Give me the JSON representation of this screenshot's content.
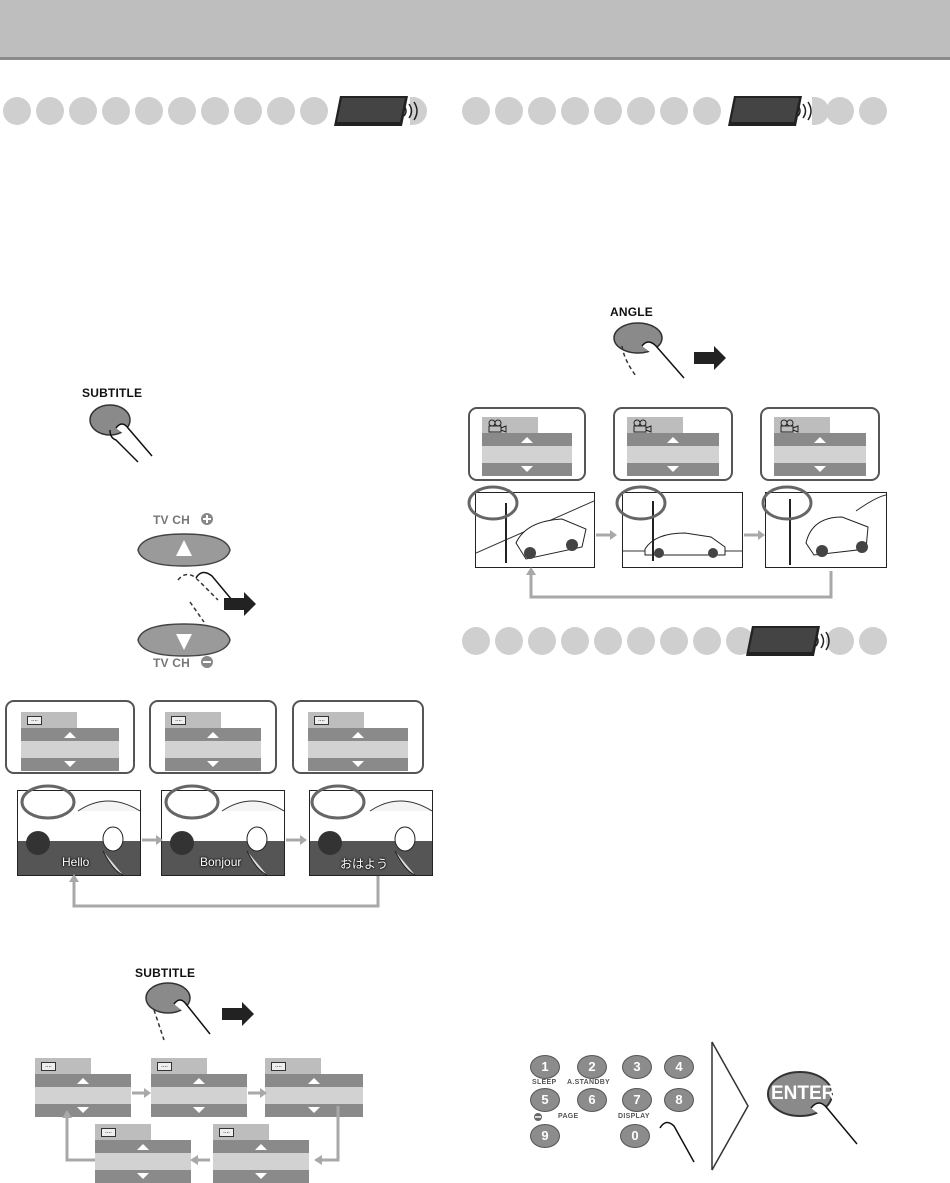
{
  "labels": {
    "subtitle_top": "SUBTITLE",
    "tvch_plus": "TV CH",
    "tvch_minus": "TV CH",
    "angle": "ANGLE",
    "subtitle_bottom": "SUBTITLE",
    "enter": "ENTER"
  },
  "subtitle_captions": [
    "Hello",
    "Bonjour",
    "おはよう"
  ],
  "keypad": {
    "keys": [
      "1",
      "2",
      "3",
      "4",
      "5",
      "6",
      "7",
      "8",
      "9",
      "0"
    ],
    "sleep": "SLEEP",
    "astandby": "A.STANDBY",
    "page": "PAGE",
    "display": "DISPLAY"
  },
  "colors": {
    "header": "#bebebe",
    "dot": "#cfcfcf",
    "osd_dark": "#8a8a8a",
    "osd_light": "#d2d2d2",
    "arrow": "#a8a8a8"
  }
}
